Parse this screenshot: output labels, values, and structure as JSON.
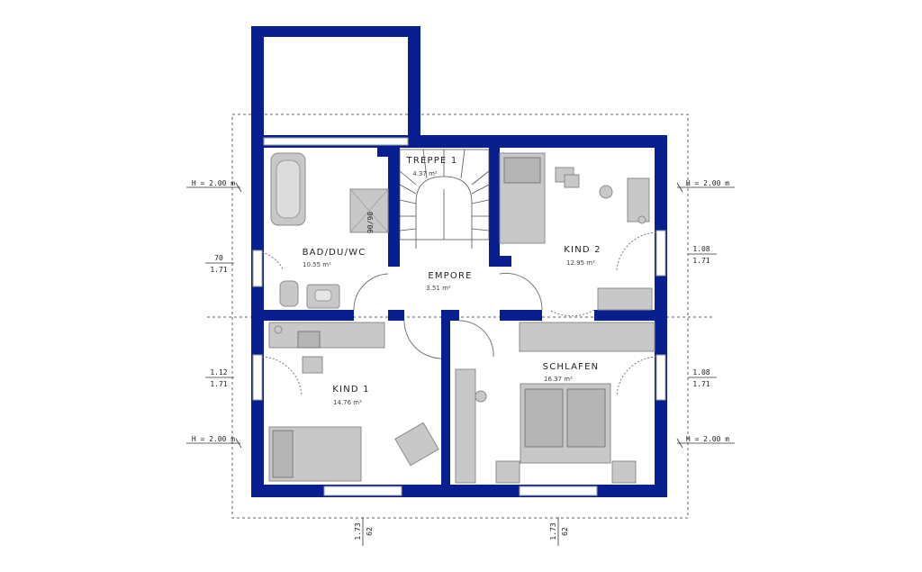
{
  "rooms": {
    "bad": {
      "name": "BAD/DU/WC",
      "area": "10.55 m²"
    },
    "treppe": {
      "name": "TREPPE 1",
      "area": "4.37 m²"
    },
    "kind2": {
      "name": "KIND 2",
      "area": "12.95 m²"
    },
    "empore": {
      "name": "EMPORE",
      "area": "3.51 m²"
    },
    "kind1": {
      "name": "KIND 1",
      "area": "14.76 m²"
    },
    "schlafen": {
      "name": "SCHLAFEN",
      "area": "16.37 m²"
    }
  },
  "shower_label": "90/90",
  "dimensions": {
    "left_h_top": "H = 2.00 m",
    "left_h_bottom": "H = 2.00 m",
    "right_h_top": "H = 2.00 m",
    "right_h_bottom": "H = 2.00 m",
    "left_win1_top": "70",
    "left_win1_bottom": "1.71",
    "left_win2_top": "1.12",
    "left_win2_bottom": "1.71",
    "right_win1_top": "1.08",
    "right_win1_bottom": "1.71",
    "right_win2_top": "1.08",
    "right_win2_bottom": "1.71",
    "bottom_win1_top": "1.73",
    "bottom_win1_bottom": "62",
    "bottom_win2_top": "1.73",
    "bottom_win2_bottom": "62"
  },
  "colors": {
    "wall": "#0a1f8f",
    "furniture": "#c8c8c8"
  }
}
